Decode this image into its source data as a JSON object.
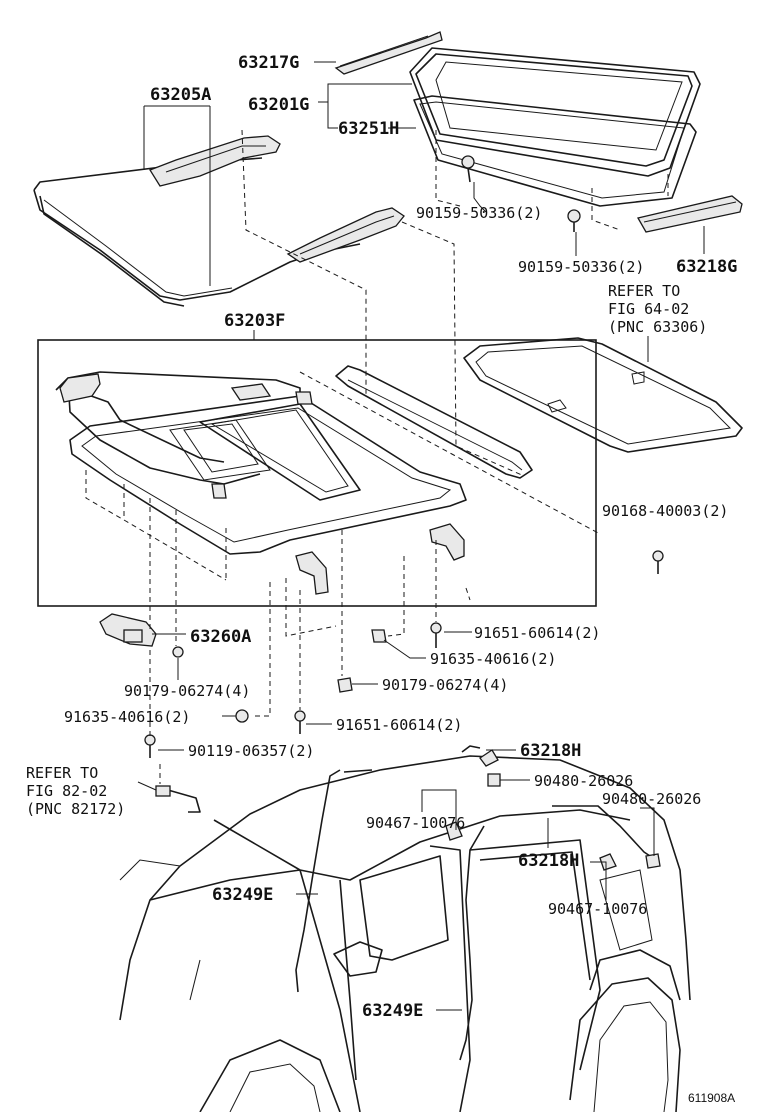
{
  "labels": {
    "p63217G": "63217G",
    "p63205A": "63205A",
    "p63201G": "63201G",
    "p63251H": "63251H",
    "b90159a": "90159-50336(2)",
    "b90159b": "90159-50336(2)",
    "p63218G": "63218G",
    "ref1_l1": "REFER TO",
    "ref1_l2": "FIG 64-02",
    "ref1_l3": "(PNC 63306)",
    "p63203F": "63203F",
    "b90168": "90168-40003(2)",
    "p63260A": "63260A",
    "b91651a": "91651-60614(2)",
    "b91635a": "91635-40616(2)",
    "b90179a": "90179-06274(4)",
    "b90179b": "90179-06274(4)",
    "b91635b": "91635-40616(2)",
    "b91651b": "91651-60614(2)",
    "b90119": "90119-06357(2)",
    "p63218H_a": "63218H",
    "ref2_l1": "REFER TO",
    "ref2_l2": "FIG 82-02",
    "ref2_l3": "(PNC 82172)",
    "b90480a": "90480-26026",
    "b90480b": "90480-26026",
    "b90467a": "90467-10076",
    "p63218H_b": "63218H",
    "b90467b": "90467-10076",
    "p63249E_a": "63249E",
    "p63249E_b": "63249E",
    "figure_id": "611908A"
  }
}
